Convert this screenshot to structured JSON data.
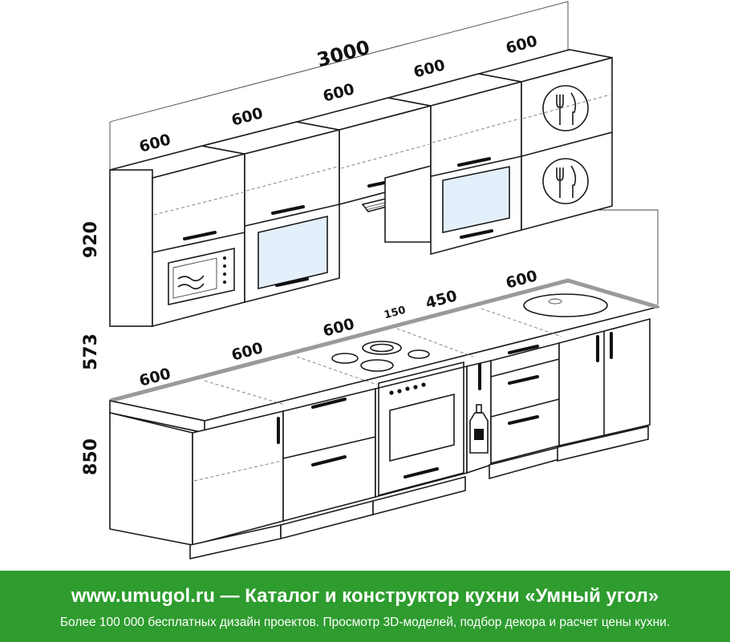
{
  "dimensions": {
    "total_width": "3000",
    "upper_widths": [
      "600",
      "600",
      "600",
      "600",
      "600"
    ],
    "upper_height": "920",
    "gap_height": "573",
    "base_height": "850",
    "base_widths": [
      "600",
      "600",
      "600",
      "150",
      "450",
      "600"
    ]
  },
  "footer": {
    "title": "www.umugol.ru — Каталог и конструктор кухни «Умный угол»",
    "subtitle": "Более 100 000 бесплатных дизайн проектов. Просмотр 3D-моделей, подбор декора и расчет цены кухни."
  },
  "colors": {
    "footer_bg": "#2e9c2e",
    "footer_text": "#ffffff",
    "countertop_edge": "#9a9a9a",
    "glass": "#e3f0fb"
  }
}
